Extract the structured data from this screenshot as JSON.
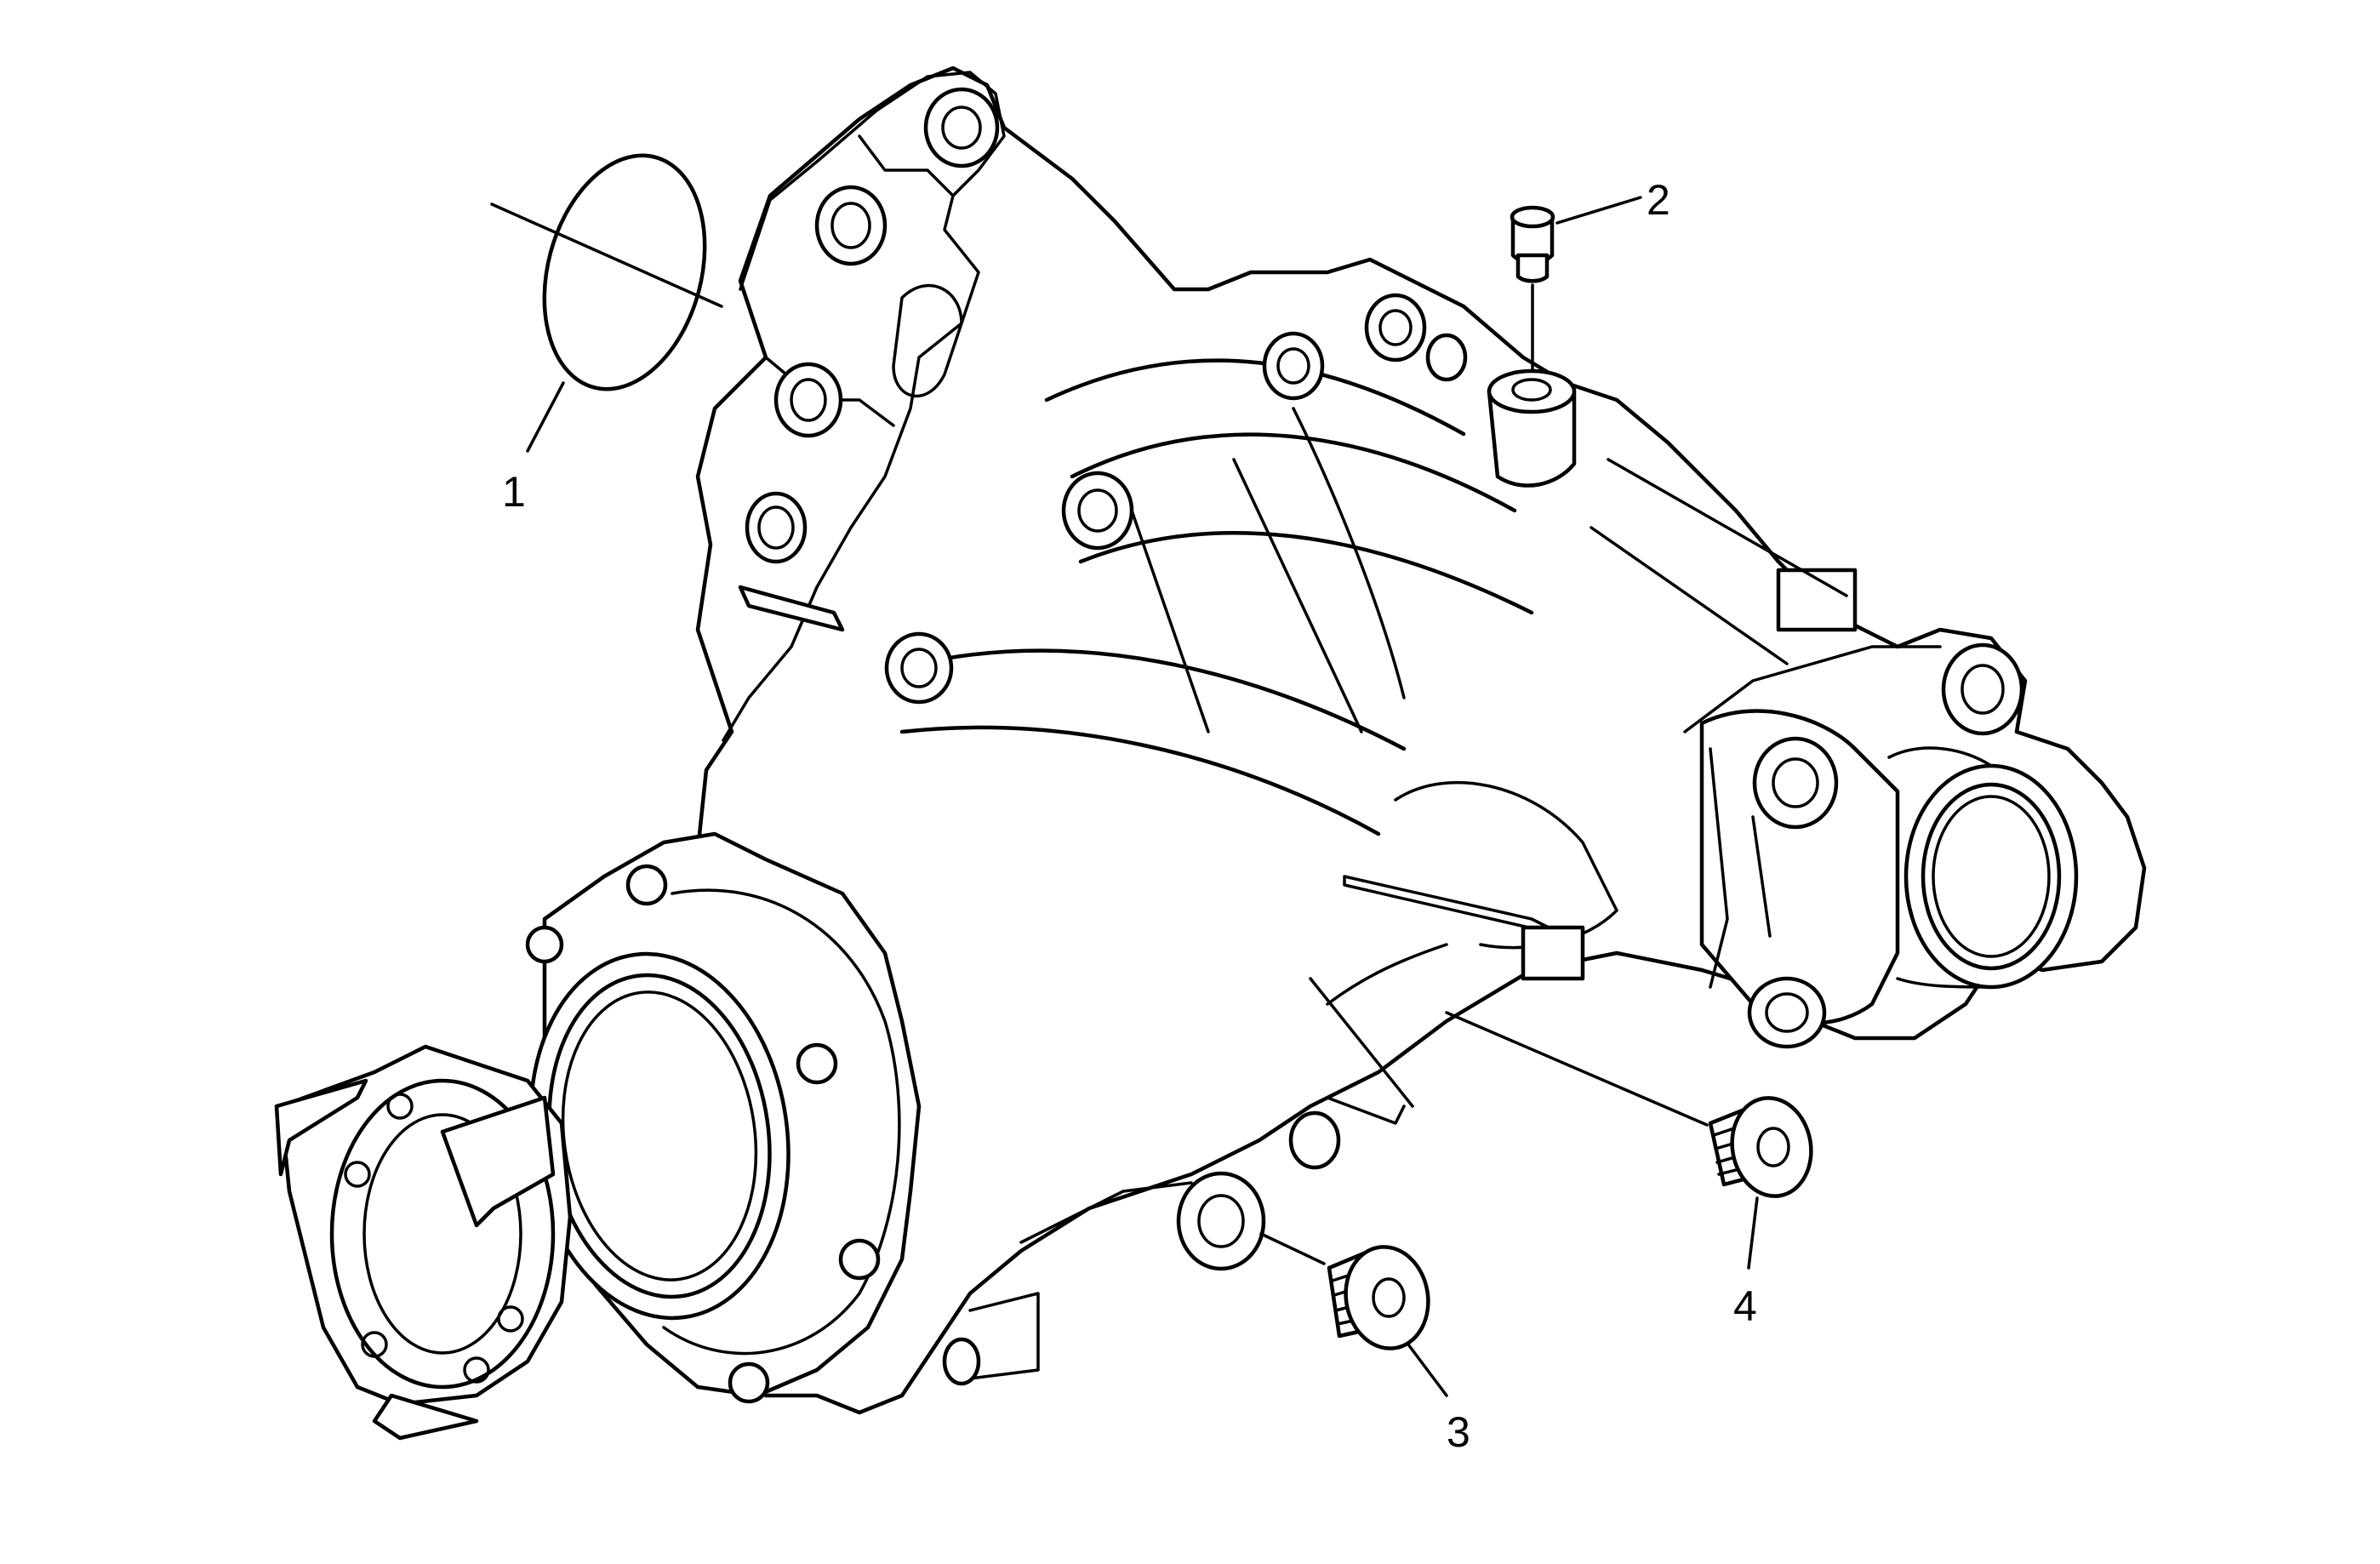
{
  "callouts": [
    {
      "id": "1",
      "label": "1",
      "part": "o-ring-seal"
    },
    {
      "id": "2",
      "label": "2",
      "part": "vent-plug"
    },
    {
      "id": "3",
      "label": "3",
      "part": "drain-plug"
    },
    {
      "id": "4",
      "label": "4",
      "part": "fill-plug"
    }
  ],
  "colors": {
    "line": "#000000",
    "background": "#ffffff"
  }
}
